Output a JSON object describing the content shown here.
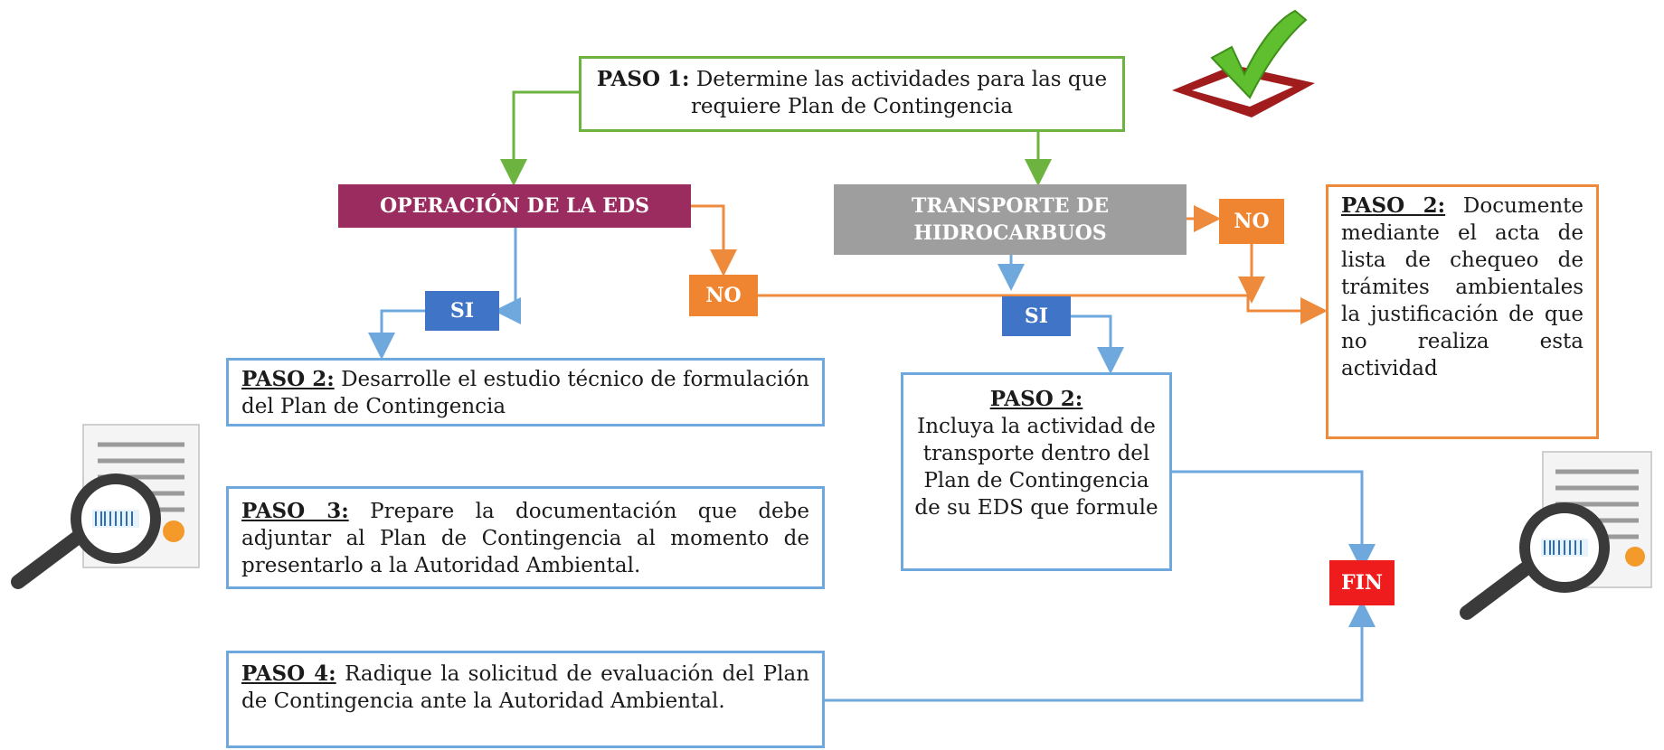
{
  "paso1": {
    "label": "PASO 1:",
    "text": "Determine las actividades para las que requiere Plan de Contingencia"
  },
  "operacion": {
    "text": "OPERACIÓN DE LA EDS"
  },
  "transporte": {
    "line1": "TRANSPORTE DE",
    "line2": "HIDROCARBUOS"
  },
  "decisions": {
    "si_left": "SI",
    "no_left": "NO",
    "si_right": "SI",
    "no_right": "NO"
  },
  "paso2_estudio": {
    "label": "PASO 2:",
    "text": "Desarrolle el estudio técnico de formulación del Plan de Contingencia"
  },
  "paso3": {
    "label": "PASO 3:",
    "text": "Prepare la documentación que debe adjuntar al Plan de Contingencia al momento de presentarlo a la Autoridad Ambiental."
  },
  "paso4": {
    "label": "PASO 4:",
    "text": "Radique la solicitud de evaluación del Plan de Contingencia ante la Autoridad Ambiental."
  },
  "paso2_transporte": {
    "label": "PASO 2:",
    "text": "Incluya la actividad de transporte dentro del Plan de Contingencia de su EDS que formule"
  },
  "paso2_documente": {
    "label": "PASO 2:",
    "text": "Documente mediante el acta de lista de chequeo de trámites ambientales la justificación de que no realiza esta actividad"
  },
  "fin": {
    "text": "FIN"
  },
  "icons": [
    "checkmark-icon",
    "document-magnifier-icon",
    "document-magnifier-icon"
  ],
  "colors": {
    "green": "#6db33f",
    "blue": "#6fa8dc",
    "orange": "#ed8a3c",
    "purple": "#9b2c5f",
    "gray": "#9e9e9e",
    "si_blue": "#3f74c6",
    "no_orange": "#ef8431",
    "fin_red": "#ee1c1c"
  }
}
